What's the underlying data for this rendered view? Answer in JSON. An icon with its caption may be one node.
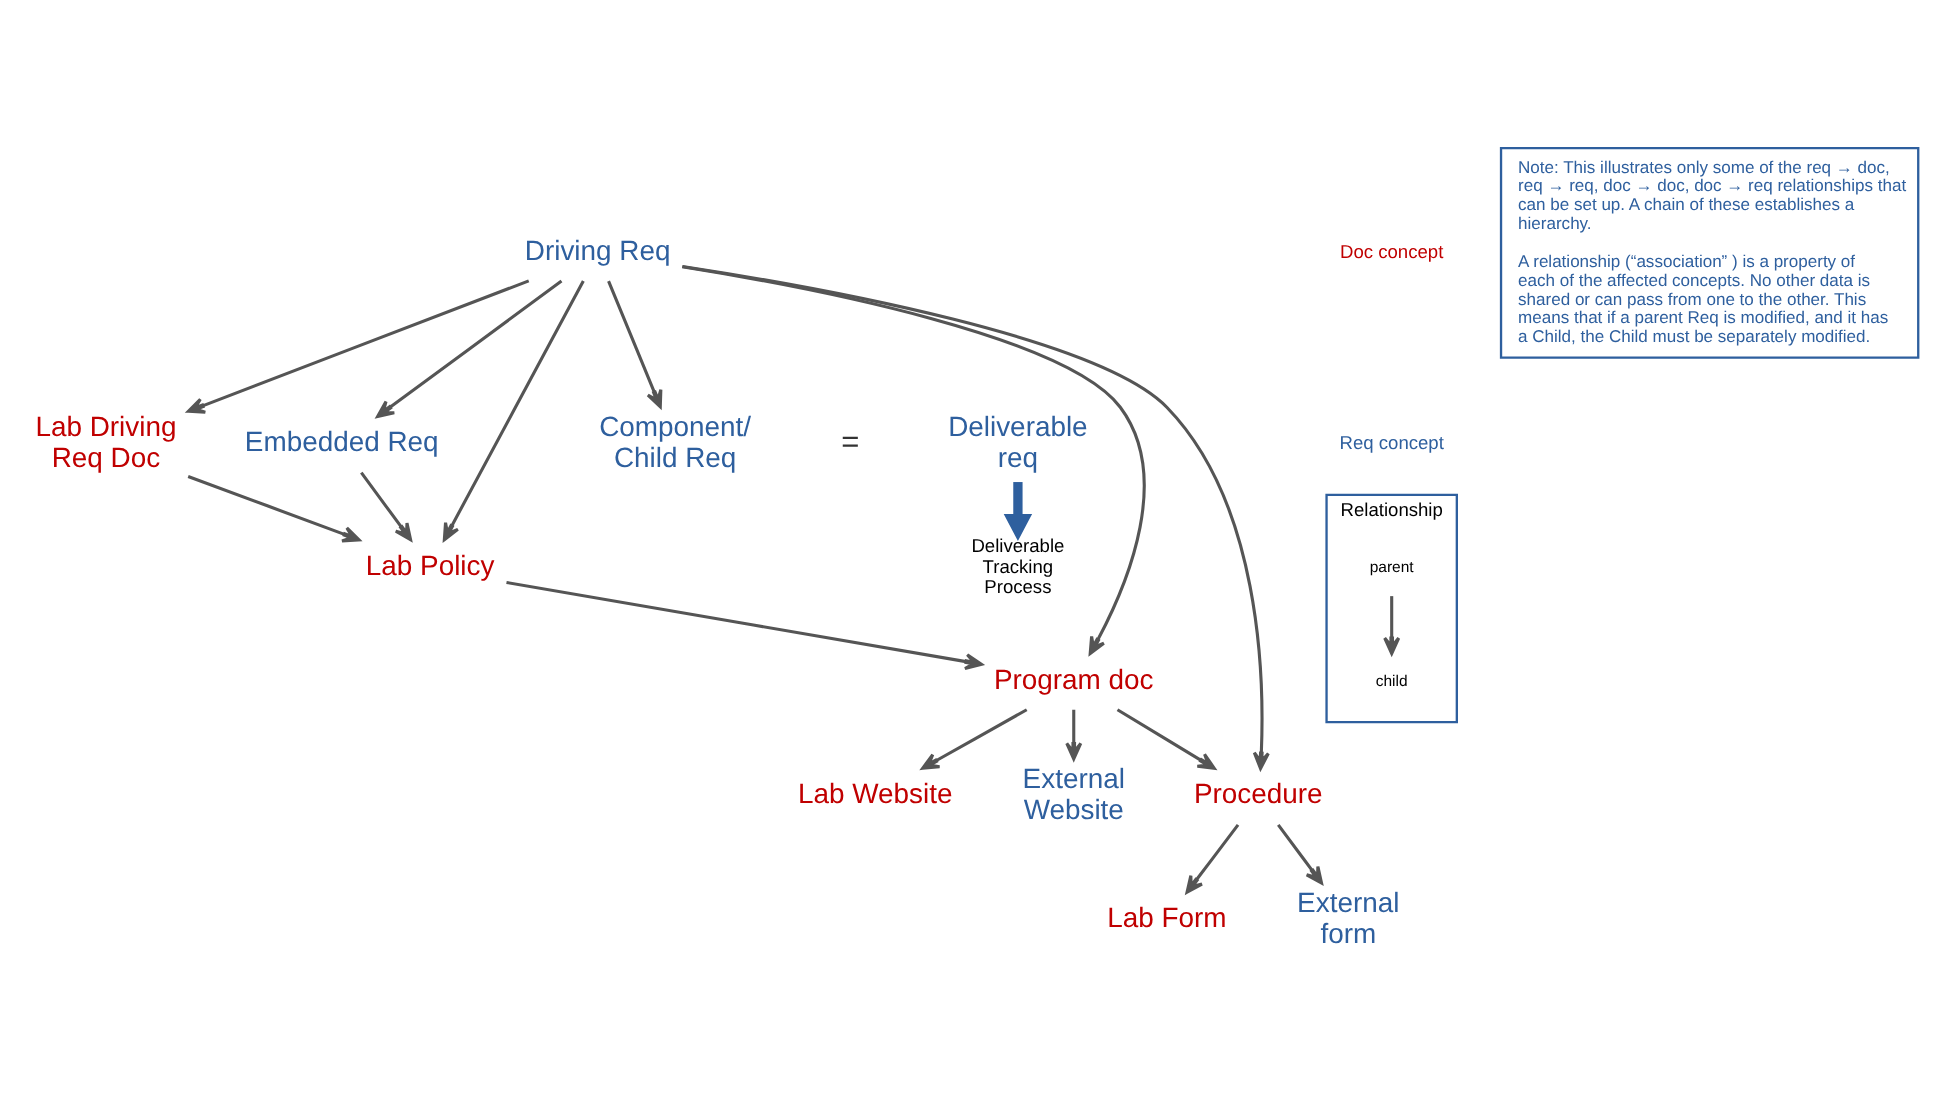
{
  "diagram": {
    "nodes": [
      {
        "text": [
          "Driving Req"
        ]
      },
      {
        "text": [
          "Lab Driving Req Doc"
        ]
      },
      {
        "text": [
          "Embedded Req"
        ]
      },
      {
        "text": [
          "Lab Policy"
        ]
      },
      {
        "text": [
          "Component/ Child Req"
        ]
      },
      {
        "text": [
          "Deliverable req"
        ]
      },
      {
        "text": [
          "Deliverable Tracking Process"
        ]
      },
      {
        "text": [
          "Program doc"
        ]
      },
      {
        "text": [
          "External Website"
        ]
      },
      {
        "text": [
          "Lab Website"
        ]
      },
      {
        "text": [
          "Procedure"
        ]
      },
      {
        "text": [
          "Lab Form"
        ]
      },
      {
        "text": [
          "External form"
        ]
      },
      {
        "text": [
          "Relationship"
        ]
      },
      {
        "text": [
          "parent"
        ],
        "in": 13
      },
      {
        "text": [
          "child"
        ],
        "in": 13
      },
      {
        "text": [
          "Note: This illustrates only some of the req → doc, req → req, doc → doc, doc → req relationships that can be set up. A chain of these establishes a hierarchy.",
          "A relationship (“association” ) is a property of each of the affected concepts. No other data is shared or can pass from one to the other. This means that if a parent Req is modified, and it has a Child, the Child must be separately modified."
        ]
      }
    ],
    "edges": [
      {
        "from": 0,
        "to": 1,
        "arrow": "to"
      },
      {
        "from": 0,
        "to": 2,
        "arrow": "to"
      },
      {
        "from": 0,
        "to": 3,
        "arrow": "to"
      },
      {
        "from": 0,
        "to": 7,
        "arrow": "to"
      },
      {
        "from": 0,
        "to": 10,
        "arrow": "to"
      },
      {
        "from": 0,
        "to": 4,
        "arrow": "to"
      },
      {
        "from": 2,
        "to": 3,
        "arrow": "to"
      },
      {
        "from": 1,
        "to": 3,
        "arrow": "to"
      },
      {
        "from": 3,
        "to": 7,
        "arrow": "to"
      },
      {
        "from": 7,
        "to": 9,
        "arrow": "to"
      },
      {
        "from": 7,
        "to": 10,
        "arrow": "to"
      },
      {
        "from": 7,
        "to": 8,
        "arrow": "to"
      },
      {
        "from": 10,
        "to": 11,
        "arrow": "to"
      },
      {
        "from": 10,
        "to": 12,
        "arrow": "to"
      },
      {
        "from": 5,
        "to": 6,
        "arrow": "to",
        "style": "thick",
        "color": "#2e5f9e"
      },
      {
        "from": 14,
        "to": 15,
        "arrow": "to"
      }
    ],
    "labels": [
      "="
    ],
    "legend": [
      {
        "text": "Doc concept",
        "color": "#c00000"
      },
      {
        "text": "Req concept",
        "color": "#2e5f9e"
      }
    ]
  }
}
